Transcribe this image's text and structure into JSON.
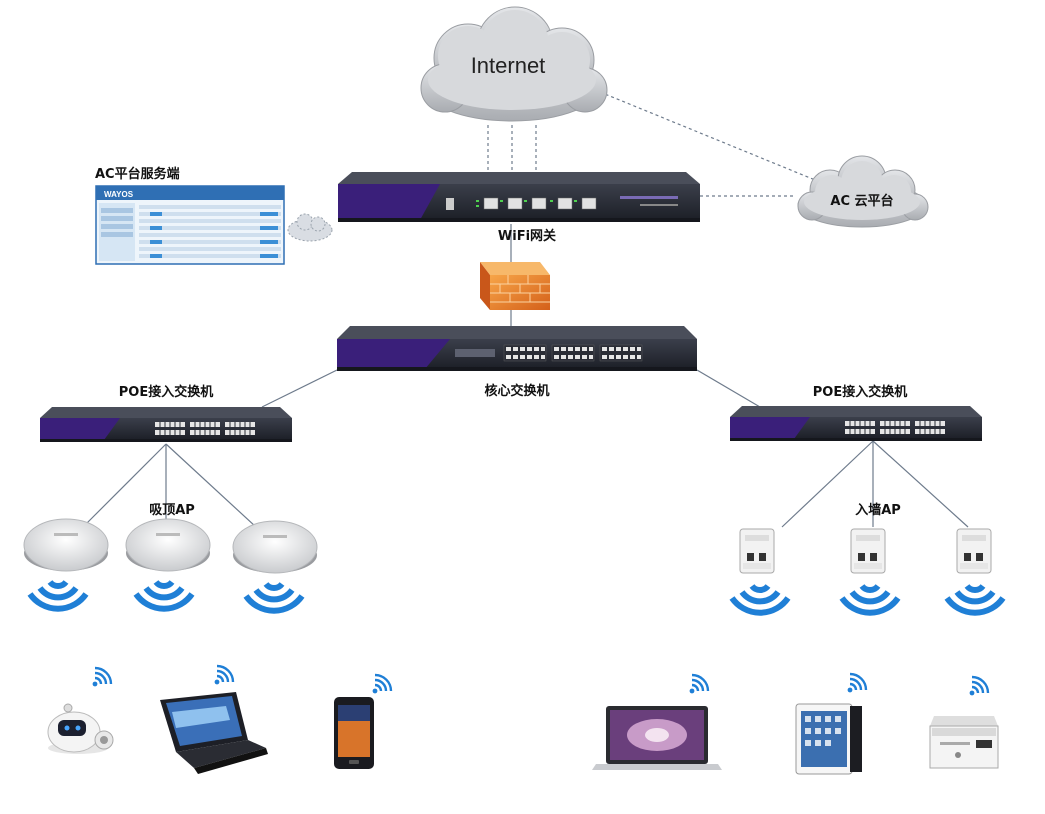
{
  "labels": {
    "internet": "Internet",
    "ac_cloud": "AC 云平台",
    "ac_server": "AC平台服务端",
    "wifi_gateway": "WiFi网关",
    "core_switch": "核心交换机",
    "poe_left": "POE接入交换机",
    "poe_right": "POE接入交换机",
    "ceiling_ap": "吸顶AP",
    "wall_ap": "入墙AP",
    "screen_brand": "WAYOS"
  },
  "icons": [
    "cloud-icon",
    "router-icon",
    "firewall-icon",
    "switch-icon",
    "ceiling-ap-icon",
    "wall-ap-icon",
    "wifi-signal-icon",
    "robot-icon",
    "laptop-icon",
    "phone-icon",
    "macbook-icon",
    "tablet-icon",
    "printer-icon"
  ],
  "colors": {
    "device_body": "#2b2f3a",
    "device_purple": "#3a1f7a",
    "wifi_blue": "#1f7fd6",
    "firewall_orange": "#ef8a2c",
    "cloud_gray": "#c9cbcf"
  }
}
